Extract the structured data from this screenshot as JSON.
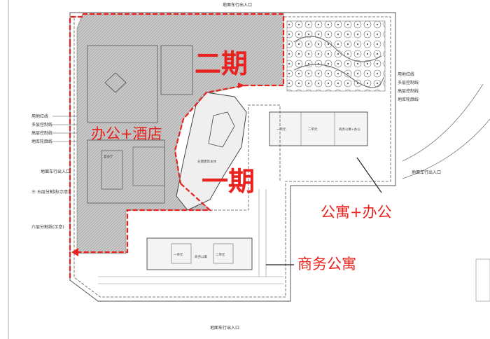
{
  "title": "地面车行出入口",
  "phases": {
    "phase2": "二期",
    "phase1": "一期"
  },
  "zones": {
    "office_hotel": "办公+酒店",
    "apartment_office": "公寓+办公",
    "business_apartment": "商务公寓"
  },
  "entrances": {
    "top": "地面车行出入口",
    "left": "地面车行出入口",
    "right": "地面车行出入口",
    "bottom": "地面车行出入口"
  },
  "left_annotations": [
    "用地红线",
    "多层控制线",
    "高层控制线",
    "地库轮廓线",
    "三·五层分割线(示意)",
    "六层分割线(示意)"
  ],
  "right_annotations": [
    "用地红线",
    "多层控制线",
    "高层控制线",
    "地库轮廓线"
  ],
  "building_labels": {
    "units": [
      "一单元",
      "二单元",
      "商务公寓+办公"
    ],
    "business": [
      "一单元",
      "商务公寓",
      "二单元"
    ],
    "tower": "分期建筑主体",
    "hall": "宴会厅"
  },
  "colors": {
    "phase_red": "#e8231f",
    "hatch_grey": "#b8b8b8",
    "line": "#555555"
  }
}
